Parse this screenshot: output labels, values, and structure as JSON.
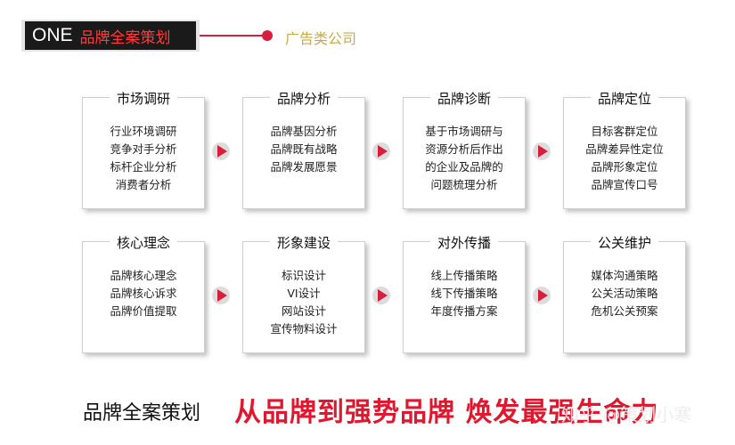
{
  "header": {
    "tag": "ONE",
    "title": "品牌全案策划",
    "subtitle": "广告类公司"
  },
  "cards": [
    {
      "title": "市场调研",
      "lines": [
        "行业环境调研",
        "竞争对手分析",
        "标杆企业分析",
        "消费者分析"
      ]
    },
    {
      "title": "品牌分析",
      "lines": [
        "品牌基因分析",
        "品牌既有战略",
        "品牌发展愿景"
      ]
    },
    {
      "title": "品牌诊断",
      "lines": [
        "基于市场调研与",
        "资源分析后作出",
        "的企业及品牌的",
        "问题梳理分析"
      ]
    },
    {
      "title": "品牌定位",
      "lines": [
        "目标客群定位",
        "品牌差异性定位",
        "品牌形象定位",
        "品牌宣传口号"
      ]
    },
    {
      "title": "核心理念",
      "lines": [
        "品牌核心理念",
        "品牌核心诉求",
        "品牌价值提取"
      ]
    },
    {
      "title": "形象建设",
      "lines": [
        "标识设计",
        "VI设计",
        "网站设计",
        "宣传物料设计"
      ]
    },
    {
      "title": "对外传播",
      "lines": [
        "线上传播策略",
        "线下传播策略",
        "年度传播方案"
      ]
    },
    {
      "title": "公关维护",
      "lines": [
        "媒体沟通策略",
        "公关活动策略",
        "危机公关预案"
      ]
    }
  ],
  "footer": {
    "left": "品牌全案策划",
    "right": "从品牌到强势品牌  焕发最强生命力"
  },
  "watermark": "知乎 @策划小寒",
  "colors": {
    "accent": "#d81e3c",
    "footer_red": "#e0182f",
    "subtitle_gold": "#c8a94a"
  }
}
